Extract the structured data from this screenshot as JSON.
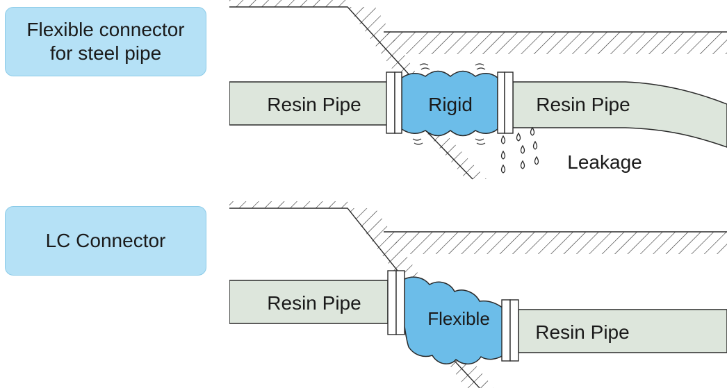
{
  "top_panel": {
    "label_line1": "Flexible connector",
    "label_line2": "for steel pipe",
    "left_pipe": "Resin Pipe",
    "right_pipe": "Resin Pipe",
    "connector": "Rigid",
    "leak": "Leakage"
  },
  "bottom_panel": {
    "label": "LC Connector",
    "left_pipe": "Resin Pipe",
    "right_pipe": "Resin Pipe",
    "connector": "Flexible"
  },
  "colors": {
    "pipe_fill": "#dde6dc",
    "connector_fill": "#6cbde9",
    "label_fill": "#b5e1f6",
    "line": "#2a2a2a"
  }
}
